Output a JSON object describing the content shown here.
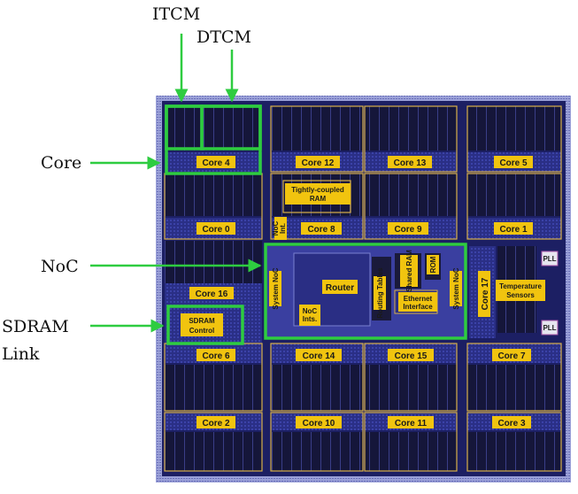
{
  "colors": {
    "substrate": "#aab0e0",
    "die": "#1c1f63",
    "mem": "#1a1a3a",
    "label_bg": "#f1c40f",
    "highlight": "#2ecc40",
    "arrow": "#2ecc40",
    "gold_line": "#d8b04a"
  },
  "callouts": {
    "itcm": "ITCM",
    "dtcm": "DTCM",
    "core": "Core",
    "noc": "NoC",
    "sdram_line1": "SDRAM",
    "sdram_line2": "Link"
  },
  "cores": {
    "core4": "Core 4",
    "core12": "Core 12",
    "core13": "Core 13",
    "core5": "Core 5",
    "core0": "Core 0",
    "core8": "Core 8",
    "core9": "Core 9",
    "core1": "Core 1",
    "core16": "Core 16",
    "core17": "Core 17",
    "core6": "Core 6",
    "core14": "Core 14",
    "core15": "Core 15",
    "core7": "Core 7",
    "core2": "Core 2",
    "core10": "Core 10",
    "core11": "Core 11",
    "core3": "Core 3"
  },
  "blocks": {
    "tcram1": "Tightly-coupled",
    "tcram2": "RAM",
    "noc_int1": "NoC",
    "noc_int2": "Int.",
    "router": "Router",
    "system_noc": "System NoC",
    "noc_ints1": "NoC",
    "noc_ints2": "Ints.",
    "routing_tables": "Routing Tables",
    "shared_ram": "Shared RAM",
    "rom": "ROM",
    "eth1": "Ethernet",
    "eth2": "Interface",
    "sdram1": "SDRAM",
    "sdram2": "Control",
    "temp1": "Temperature",
    "temp2": "Sensors",
    "pll": "PLL"
  }
}
